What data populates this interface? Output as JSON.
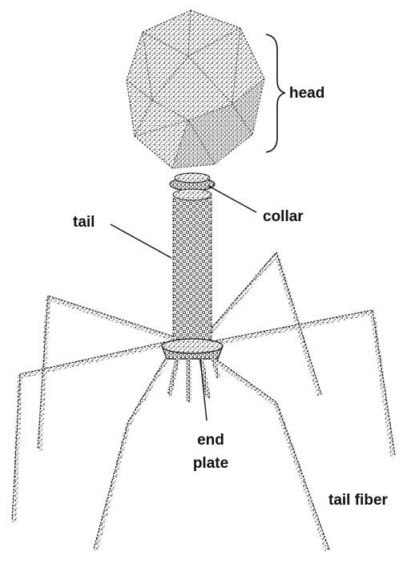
{
  "labels": {
    "head": "head",
    "collar": "collar",
    "tail": "tail",
    "end_plate_line1": "end",
    "end_plate_line2": "plate",
    "tail_fiber": "tail fiber"
  },
  "colors": {
    "ink": "#111111",
    "background": "#ffffff"
  }
}
